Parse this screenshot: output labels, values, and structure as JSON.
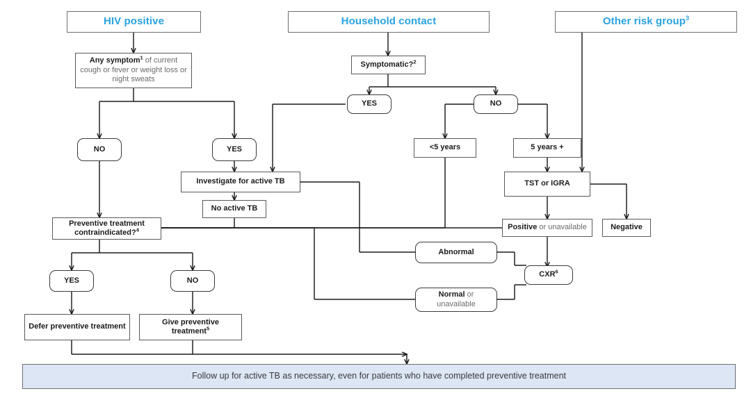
{
  "diagram": {
    "title": "TB preventive treatment algorithm",
    "accent_color": "#29a3e0",
    "banner_color": "#dce6f4",
    "border_color": "#58585a"
  },
  "headers": [
    {
      "id": "hiv",
      "label": "HIV positive"
    },
    {
      "id": "house",
      "label": "Household contact"
    },
    {
      "id": "other",
      "label": "Other risk group",
      "sup": "3"
    }
  ],
  "nodes": {
    "any_symptom": {
      "bold": "Any symptom",
      "sup": "1",
      "rest": " of current cough or fever or weight loss or night sweats"
    },
    "symptomatic": {
      "label": "Symptomatic?",
      "sup": "2"
    },
    "hiv_no": {
      "label": "NO"
    },
    "hiv_yes": {
      "label": "YES"
    },
    "sym_yes": {
      "label": "YES"
    },
    "sym_no": {
      "label": "NO"
    },
    "under5": {
      "label": "<5 years"
    },
    "over5": {
      "label": "5 years +"
    },
    "tst_igra": {
      "label": "TST or IGRA"
    },
    "investigate": {
      "label": "Investigate for active TB"
    },
    "no_active_tb": {
      "label": "No active TB"
    },
    "positive": {
      "bold": "Positive",
      "rest": " or unavailable"
    },
    "negative": {
      "label": "Negative"
    },
    "contraindicated": {
      "bold": "Preventive treatment contraindicated?",
      "sup": "4"
    },
    "abnormal": {
      "label": "Abnormal"
    },
    "normal": {
      "bold": "Normal",
      "rest": " or unavailable"
    },
    "cxr": {
      "label": "CXR",
      "sup": "6"
    },
    "pt_yes": {
      "label": "YES"
    },
    "pt_no": {
      "label": "NO"
    },
    "defer": {
      "label": "Defer preventive treatment"
    },
    "give": {
      "bold": "Give preventive treatment",
      "sup": "5"
    },
    "followup": {
      "label": "Follow up for active TB as necessary, even for patients who have completed preventive treatment"
    }
  }
}
